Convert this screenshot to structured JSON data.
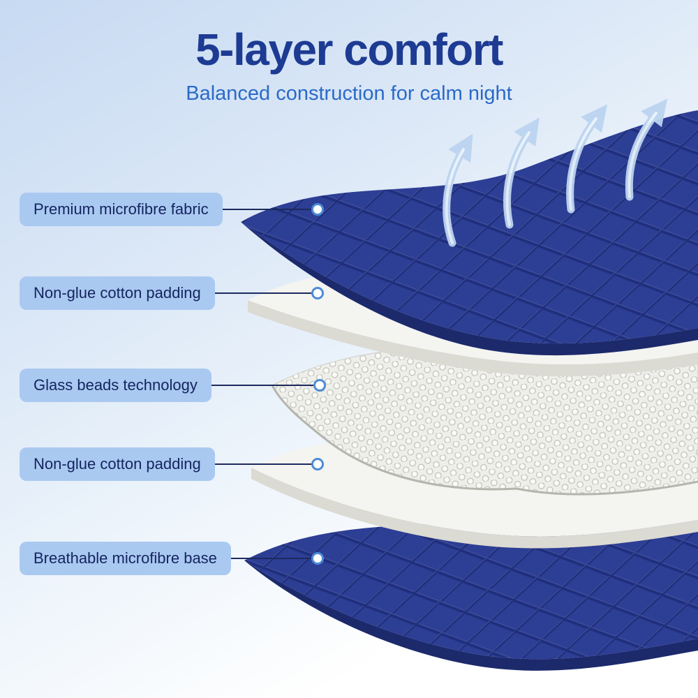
{
  "header": {
    "title": "5-layer comfort",
    "subtitle": "Balanced construction for calm night"
  },
  "layers": [
    {
      "label": "Premium microfibre fabric"
    },
    {
      "label": "Non-glue cotton padding"
    },
    {
      "label": "Glass beads technology"
    },
    {
      "label": "Non-glue cotton padding"
    },
    {
      "label": "Breathable microfibre base"
    }
  ],
  "icons": {
    "airflow": "airflow-arrows"
  },
  "colors": {
    "title": "#1d3b93",
    "subtitle": "#2a6ac8",
    "label_pill_bg": "#aac9f1",
    "label_text": "#14245f",
    "fabric_navy": "#2d3e95",
    "fabric_edge_navy": "#1c2a6c",
    "padding_white": "#f4f4f1",
    "beads_gray": "#e9e9e5",
    "background_top": "#c7daf2",
    "dot_ring": "#4d8bd6",
    "arrow_blue": "#bcd4f0"
  }
}
